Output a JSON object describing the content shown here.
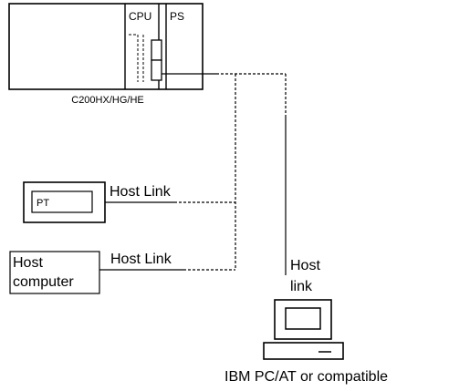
{
  "plc": {
    "cpu_label": "CPU",
    "ps_label": "PS",
    "model_label": "C200HX/HG/HE"
  },
  "devices": {
    "pt_label": "PT",
    "host_computer_line1": "Host",
    "host_computer_line2": "computer",
    "pc_label": "IBM PC/AT or compatible"
  },
  "connections": {
    "pt_link_label": "Host Link",
    "host_computer_link_label": "Host Link",
    "pc_link_line1": "Host",
    "pc_link_line2": "link"
  }
}
